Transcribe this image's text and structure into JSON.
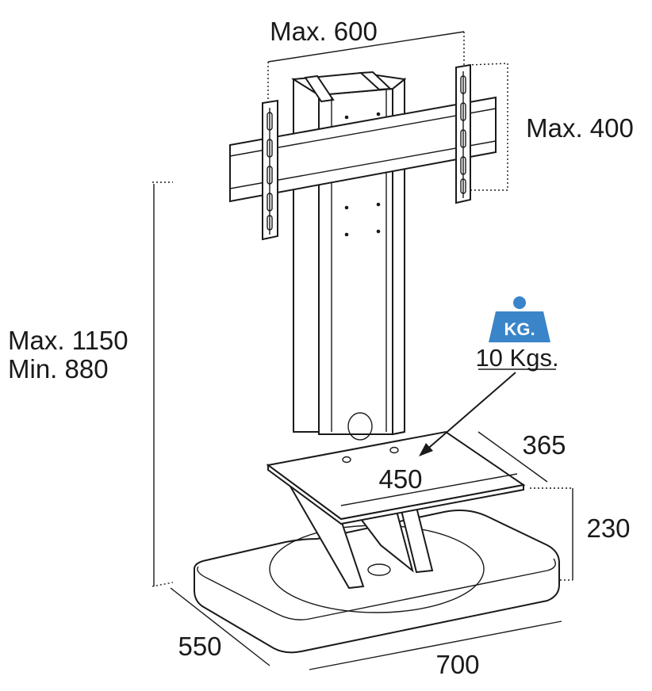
{
  "dimensions": {
    "vesa_width": "Max. 600",
    "vesa_height": "Max. 400",
    "height_max": "Max. 1150",
    "height_min": "Min. 880",
    "shelf_depth": "365",
    "shelf_width": "450",
    "shelf_height": "230",
    "base_depth": "550",
    "base_width": "700"
  },
  "weight": {
    "icon_label": "KG.",
    "value": "10 Kgs."
  },
  "colors": {
    "line": "#1a1a1a",
    "weight_icon": "#3a84c9"
  }
}
